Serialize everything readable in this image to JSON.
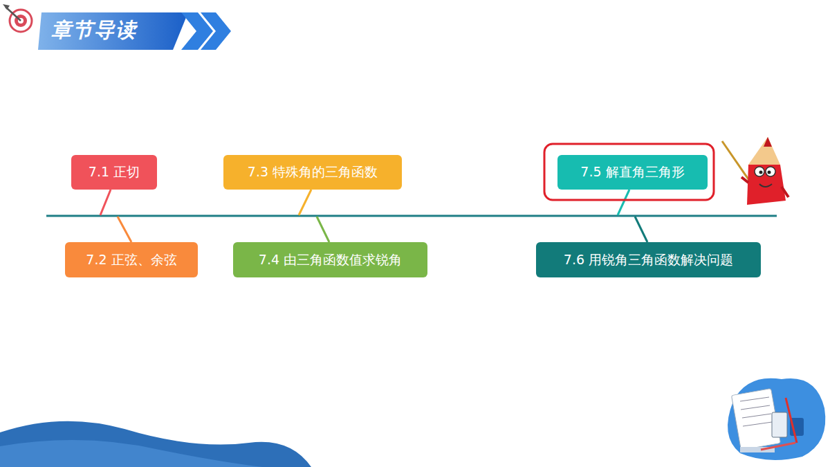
{
  "diagram": {
    "title": "章节导读",
    "nodes": [
      {
        "text": [
          "7.1 正切"
        ]
      },
      {
        "text": [
          "7.2 正弦、余弦"
        ]
      },
      {
        "text": [
          "7.3 特殊角的三角函数"
        ]
      },
      {
        "text": [
          "7.4 由三角函数值求锐角"
        ]
      },
      {
        "text": [
          "7.5 解直角三角形"
        ]
      },
      {
        "text": [
          "7.6 用锐角三角函数解决问题"
        ]
      }
    ]
  }
}
